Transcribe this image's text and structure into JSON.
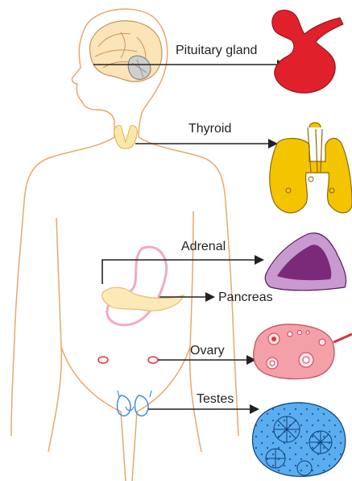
{
  "labels": {
    "pituitary": "Pituitary gland",
    "thyroid": "Thyroid",
    "adrenal": "Adrenal",
    "pancreas": "Pancreas",
    "ovary": "Ovary",
    "testes": "Testes"
  },
  "colors": {
    "body_outline": "#e8a86a",
    "brain": "#f2c77a",
    "pituitary": "#e0202a",
    "thyroid": "#f5c400",
    "adrenal_outer": "#c89ad0",
    "adrenal_inner": "#7a2a78",
    "pancreas": "#f7d98a",
    "stomach": "#f2a8c8",
    "ovary": "#f4a0a8",
    "testes": "#3a8ee0",
    "arrow": "#222222"
  }
}
